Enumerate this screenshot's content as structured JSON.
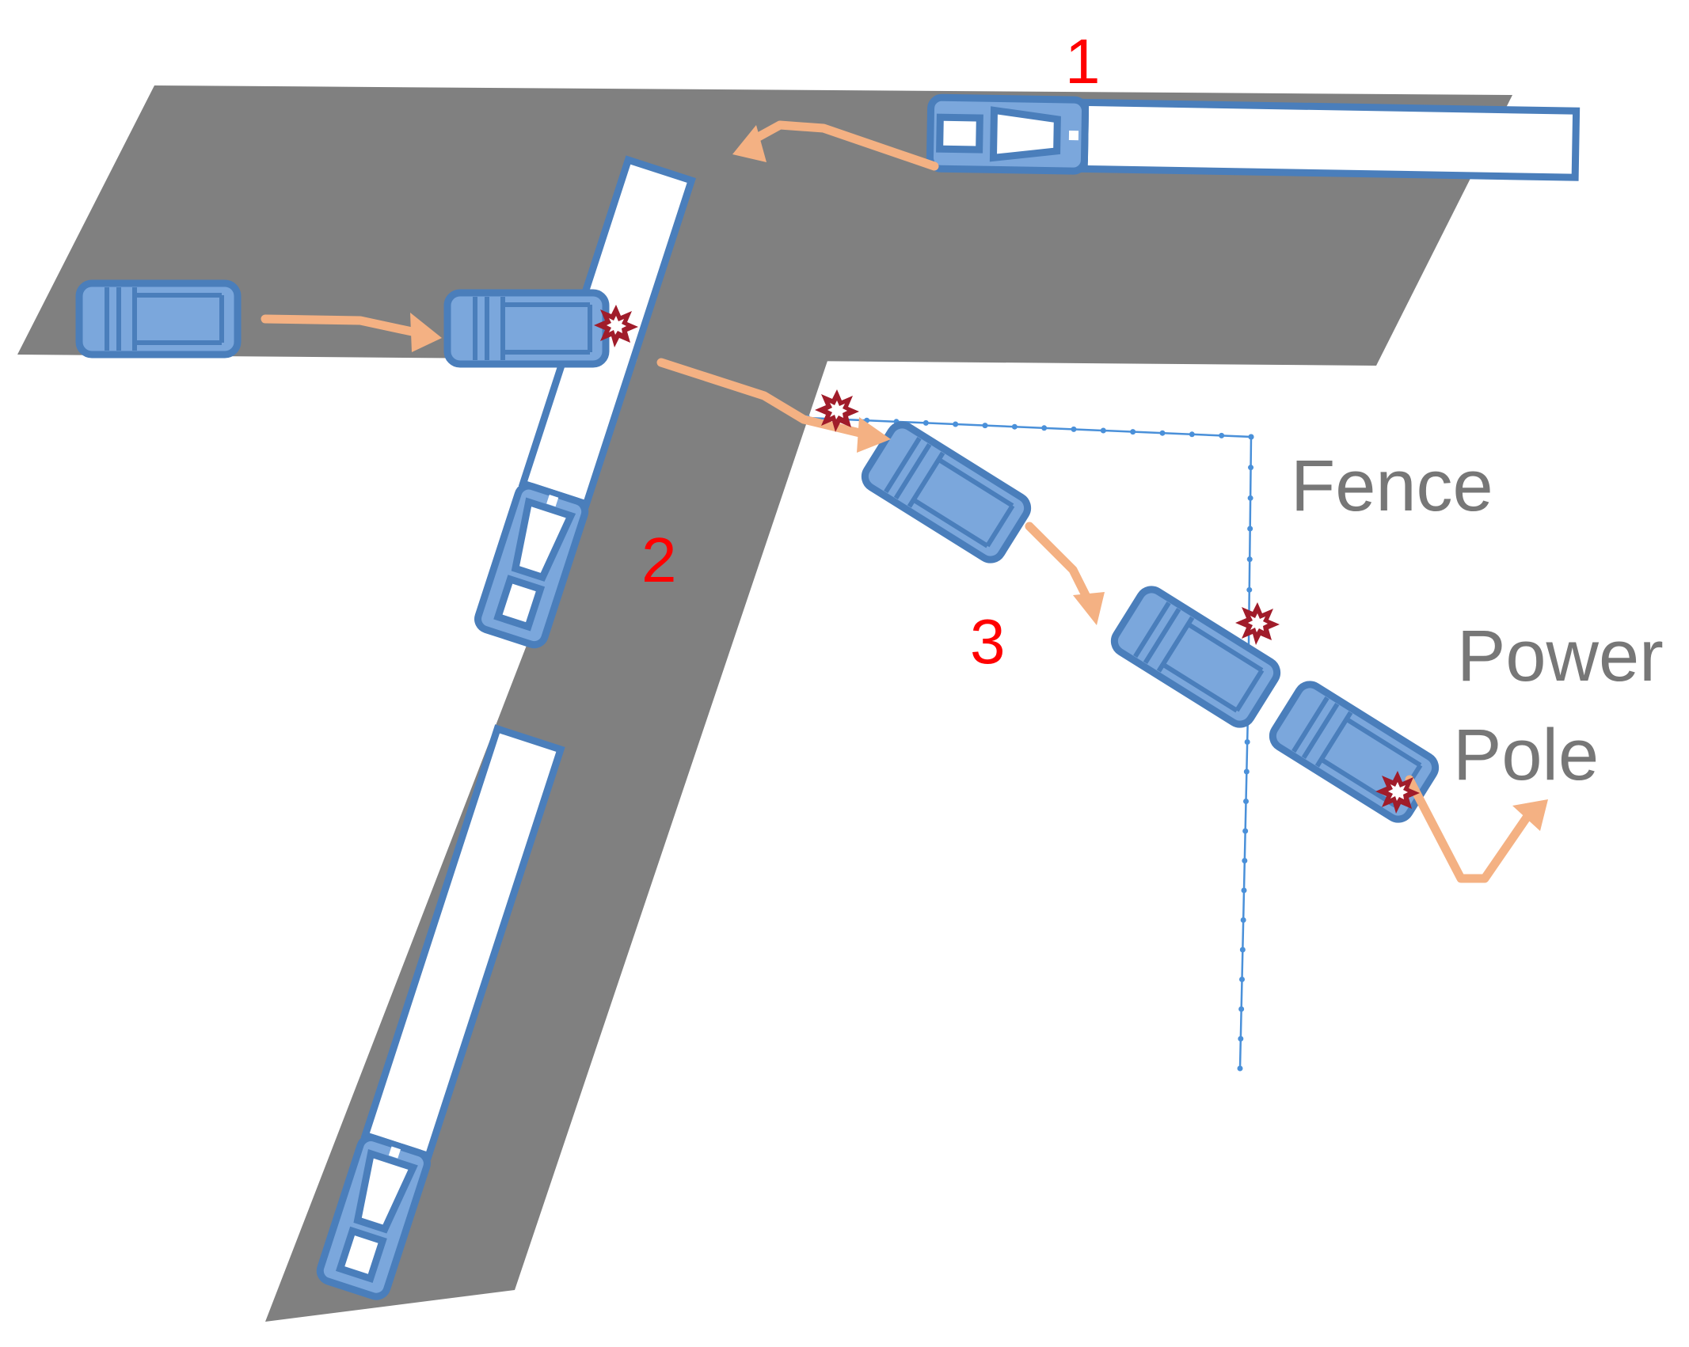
{
  "labels": {
    "step_1": "1",
    "step_2": "2",
    "step_3": "3",
    "fence": "Fence",
    "power_pole_line1": "Power",
    "power_pole_line2": "Pole"
  },
  "colors": {
    "road": "#808080",
    "vehicle_fill": "#7ba7dc",
    "vehicle_outline": "#4a7ebb",
    "trailer_fill": "#ffffff",
    "path_arrow": "#f4b183",
    "collision": "#a01c2a",
    "step_number": "#ff0000",
    "object_label": "#777777",
    "fence": "#4a90d9"
  },
  "icons": {
    "collision": "collision-burst-icon",
    "direction": "arrow-head-icon"
  }
}
